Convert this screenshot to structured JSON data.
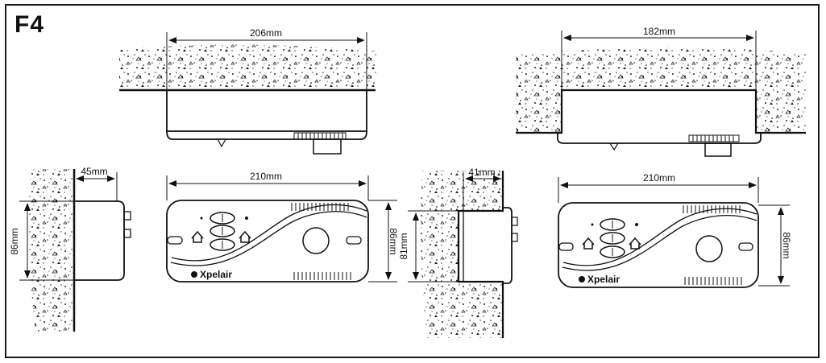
{
  "figure": {
    "label": "F4"
  },
  "brand": "Xpelair",
  "dimensions": {
    "top_left_width": "206mm",
    "top_right_width": "182mm",
    "side_left_depth": "45mm",
    "side_left_height": "86mm",
    "front_left_width": "210mm",
    "front_left_height": "86mm",
    "side_right_depth": "41mm",
    "side_right_height": "81mm",
    "front_right_width": "210mm",
    "front_right_height": "86mm"
  },
  "colors": {
    "ink": "#111111",
    "paper": "#ffffff"
  }
}
